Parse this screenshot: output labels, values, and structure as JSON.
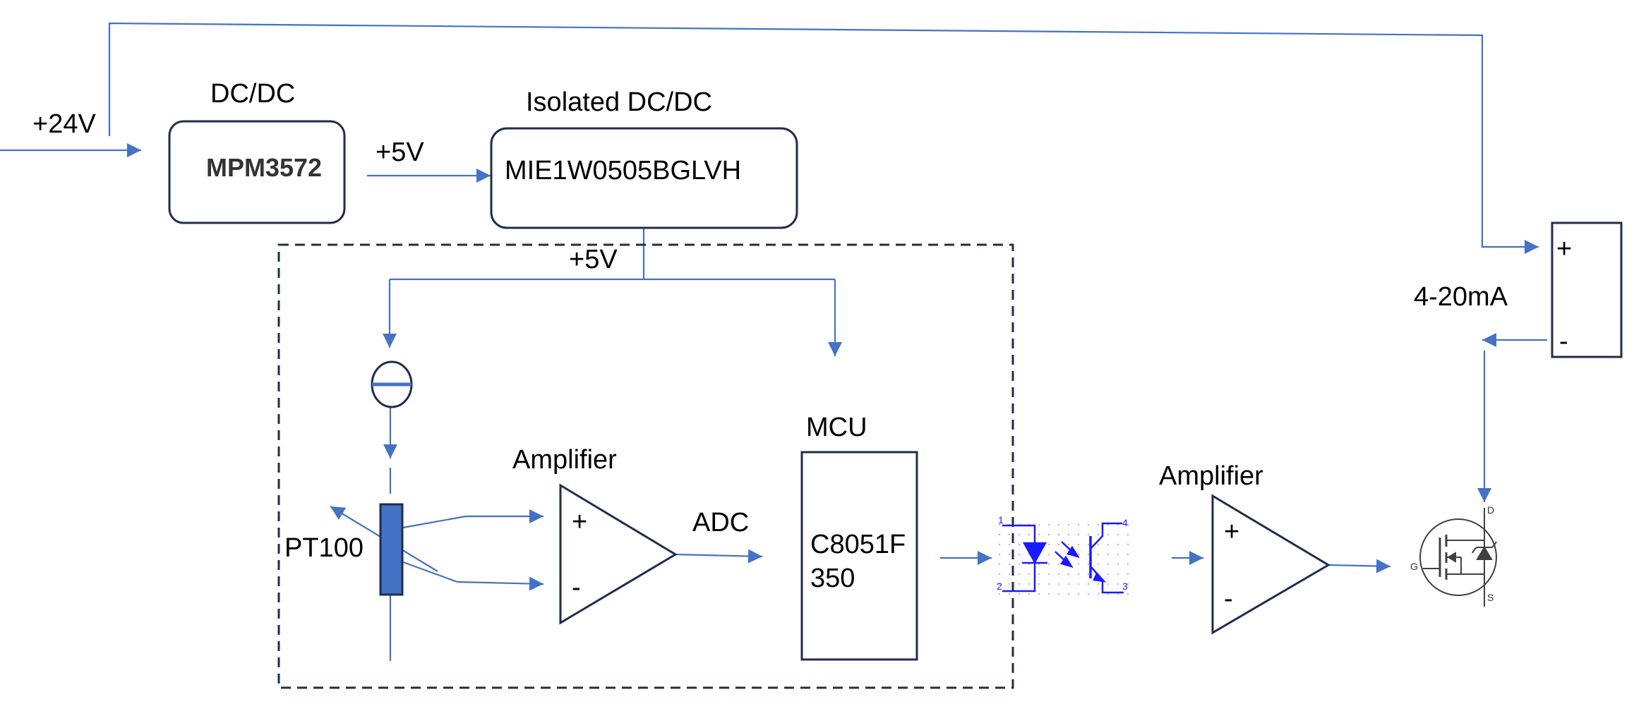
{
  "supply": {
    "label": "+24V"
  },
  "dcdc": {
    "title": "DC/DC",
    "part": "MPM3572"
  },
  "rail_5v_a": "+5V",
  "isolated_dcdc": {
    "title": "Isolated  DC/DC",
    "part": "MIE1W0505BGLVH"
  },
  "rail_5v_b": "+5V",
  "sensor": {
    "label": "PT100"
  },
  "amp1": {
    "title": "Amplifier",
    "plus": "+",
    "minus": "-"
  },
  "adc": {
    "label": "ADC"
  },
  "mcu": {
    "title": "MCU",
    "part_line1": "C8051F",
    "part_line2": "350"
  },
  "optocoupler": {
    "pins": [
      "1",
      "2",
      "3",
      "4"
    ]
  },
  "amp2": {
    "title": "Amplifier",
    "plus": "+",
    "minus": "-"
  },
  "mosfet": {
    "drain": "D",
    "gate": "G",
    "source": "S"
  },
  "output": {
    "label": "4-20mA",
    "plus": "+",
    "minus": "-"
  },
  "colors": {
    "wire": "#4472c4",
    "outline": "#1f2d4d",
    "rtd_fill": "#4472c4",
    "opto": "#1a1aff",
    "mosfet": "#404040"
  }
}
